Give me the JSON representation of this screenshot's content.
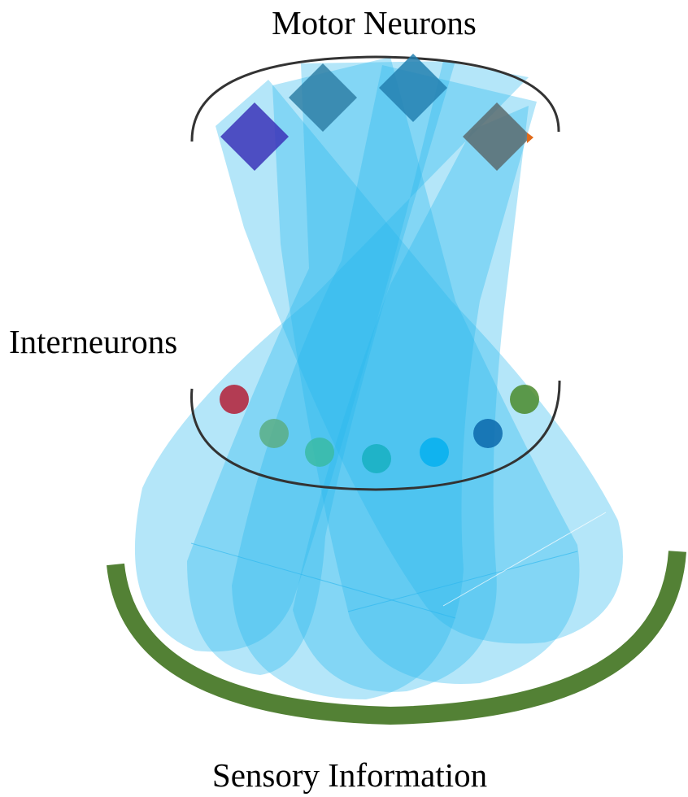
{
  "labels": {
    "motor": "Motor Neurons",
    "inter": "Interneurons",
    "sensory": "Sensory Information"
  },
  "colors": {
    "flow": "#29b6ee",
    "arc": "#333333",
    "sensory_arc": "#538135"
  },
  "motor_neurons": [
    {
      "color": "#3b33b8"
    },
    {
      "color": "#2f7fa6"
    },
    {
      "color": "#2380b0"
    },
    {
      "color": "#5a6b6e"
    }
  ],
  "interneurons": [
    {
      "color": "#b31d36"
    },
    {
      "color": "#5aae85"
    },
    {
      "color": "#39bba4"
    },
    {
      "color": "#18b0c1"
    },
    {
      "color": "#06b0ee"
    },
    {
      "color": "#0b69ac"
    },
    {
      "color": "#4a8a2c"
    }
  ]
}
